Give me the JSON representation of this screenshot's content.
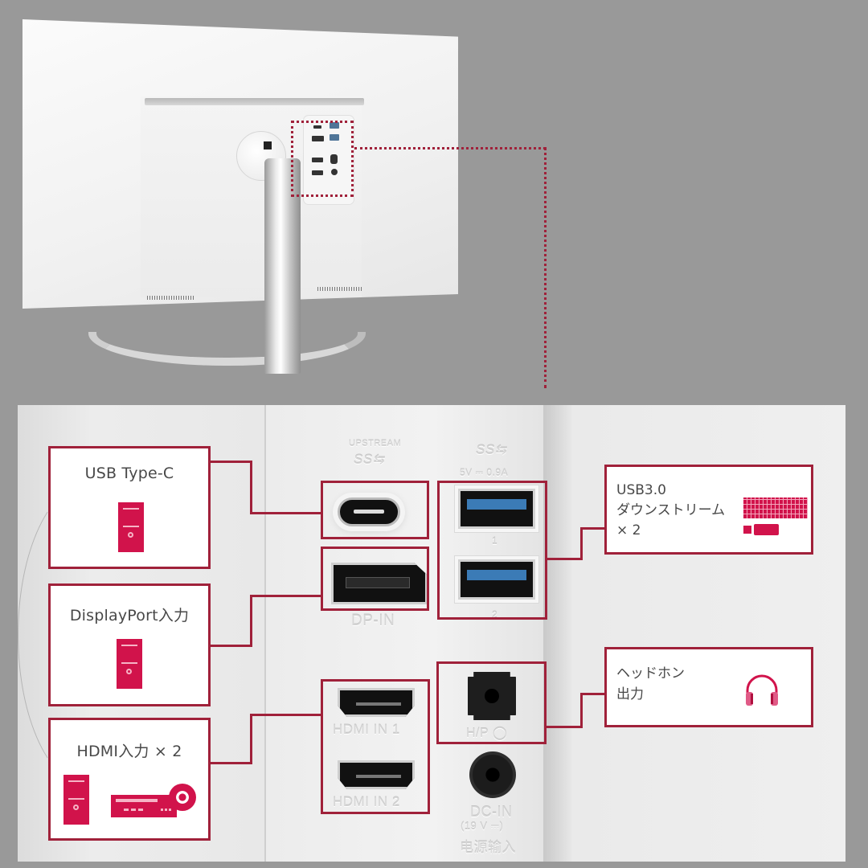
{
  "product": {
    "view": "monitor-rear-view",
    "highlight_color": "#a0213a",
    "icon_color": "#d1134b",
    "background_color": "#999999"
  },
  "callouts": {
    "usb_type_c": {
      "label": "USB Type-C",
      "icon": "pc-tower-icon"
    },
    "displayport": {
      "label": "DisplayPort入力",
      "icon": "pc-tower-icon"
    },
    "hdmi": {
      "label": "HDMI入力 × 2",
      "icons": [
        "pc-tower-icon",
        "dvd-player-icon"
      ]
    },
    "usb_downstream": {
      "line1": "USB3.0",
      "line2": "ダウンストリーム",
      "line3": "× 2",
      "icons": [
        "keyboard-icon",
        "usb-mouse-icon"
      ]
    },
    "headphone": {
      "line1": "ヘッドホン",
      "line2": "出力",
      "icon": "headphones-icon"
    }
  },
  "port_labels": {
    "upstream": "UPSTREAM",
    "ss_upstream": "SS⇆",
    "ss_downstream": "SS⇆",
    "usb_power": "5V ⎓ 0.9A",
    "usb_1": "1",
    "usb_2": "2",
    "dp_in": "DP-IN",
    "hdmi_in_1": "HDMI IN 1",
    "hdmi_in_2": "HDMI IN 2",
    "headphone": "H/P ◯",
    "dc_in": "DC-IN",
    "dc_voltage": "(19 V ⎓)",
    "dc_power_jp": "电源输入"
  }
}
